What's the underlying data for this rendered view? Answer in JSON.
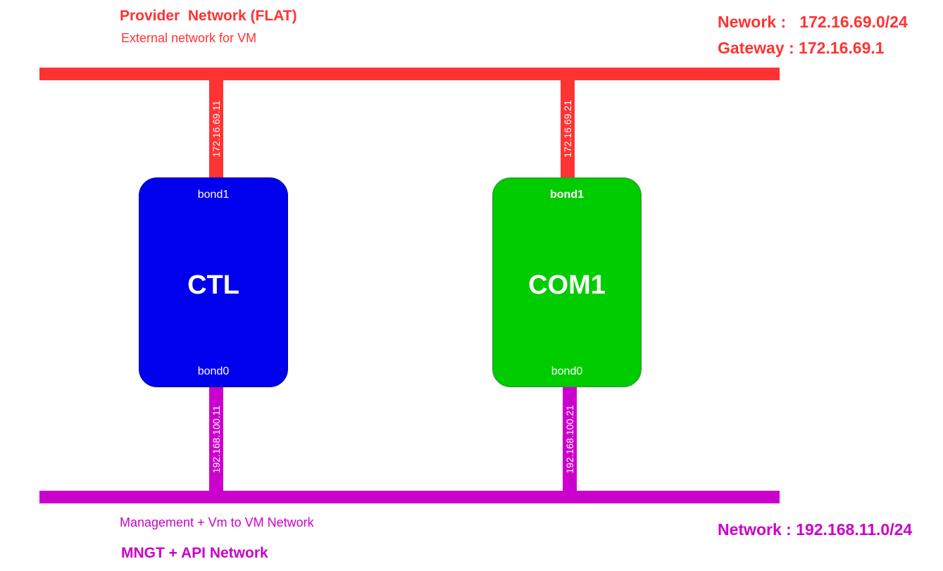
{
  "provider": {
    "title": "Provider  Network (FLAT)",
    "subtitle": "External network for VM",
    "network_line": "Nework :   172.16.69.0/24",
    "gateway_line": "Gateway : 172.16.69.1",
    "color": "#ff3333"
  },
  "management": {
    "subtitle": "Management + Vm to VM Network",
    "title": "MNGT + API Network",
    "network_line": "Network : 192.168.11.0/24",
    "color": "#cc00cc"
  },
  "nodes": [
    {
      "name": "CTL",
      "color": "#0000ee",
      "top_port": "bond1",
      "bottom_port": "bond0",
      "provider_ip": "172.16.69.11",
      "mgmt_ip": "192.168.100.11"
    },
    {
      "name": "COM1",
      "color": "#00cc00",
      "top_port": "bond1",
      "bottom_port": "bond0",
      "provider_ip": "172.16.69.21",
      "mgmt_ip": "192.168.100.21"
    }
  ]
}
